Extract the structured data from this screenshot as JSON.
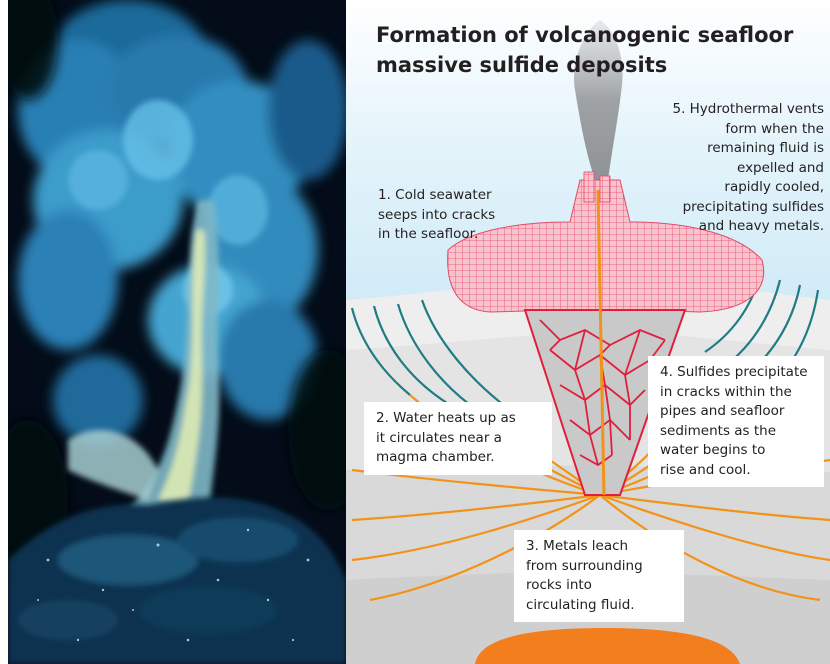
{
  "diagram": {
    "title_lines": [
      "Formation of volcanogenic seafloor",
      "massive sulfide deposits"
    ],
    "steps": [
      {
        "lines": [
          "1. Cold seawater",
          "seeps into cracks",
          "in the seafloor."
        ]
      },
      {
        "lines": [
          "2. Water heats up as",
          "it circulates near a",
          "magma chamber."
        ]
      },
      {
        "lines": [
          "3. Metals leach",
          "from surrounding",
          "rocks into",
          "circulating fluid."
        ]
      },
      {
        "lines": [
          "4. Sulfides precipitate",
          "in cracks within the",
          "pipes and seafloor",
          "sediments as the",
          "water begins to",
          "rise and cool."
        ]
      },
      {
        "lines": [
          "5. Hydrothermal vents",
          "form when the",
          "remaining fluid is",
          "expelled and",
          "rapidly cooled,",
          "precipitating sulfides",
          "and heavy metals."
        ]
      }
    ]
  },
  "colors": {
    "deep_ocean": "#030c18",
    "plume_blue": "#3fa4d4",
    "sky_blue": "#dff1f9",
    "chimney_pink": "#f3b3bf",
    "vein_red": "#e01f3d",
    "hot_orange": "#f29318",
    "cold_teal": "#1f7c84",
    "magma": "#f37e1e"
  }
}
